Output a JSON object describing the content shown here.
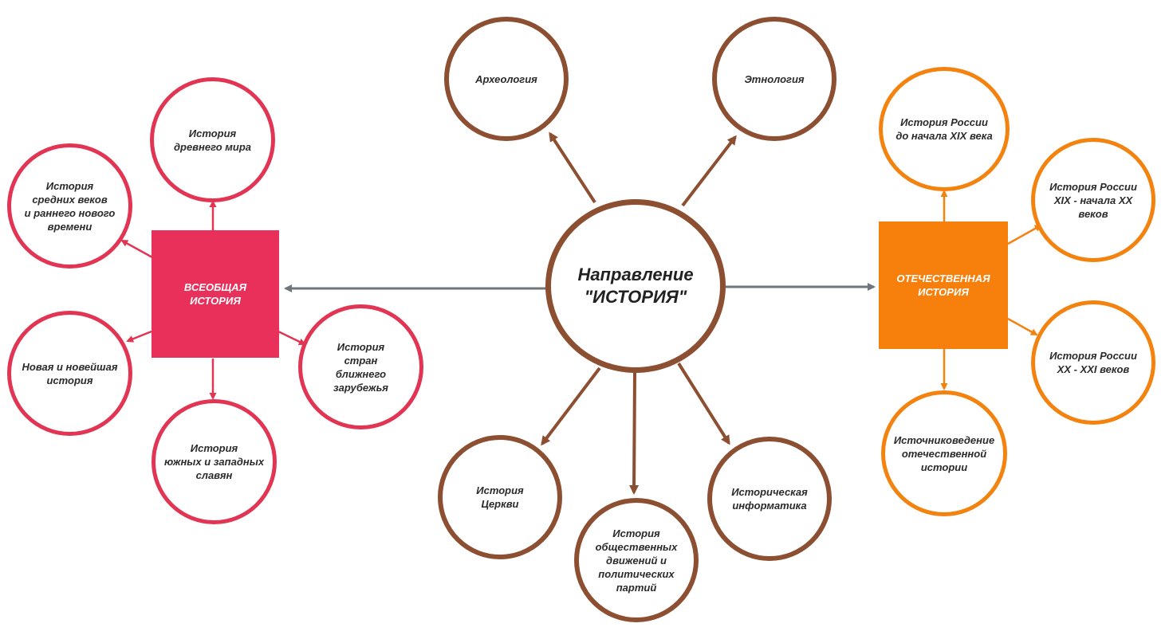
{
  "center": {
    "label": "Направление\n\"ИСТОРИЯ\""
  },
  "left_box": {
    "label": "ВСЕОБЩАЯ\nИСТОРИЯ"
  },
  "right_box": {
    "label": "ОТЕЧЕСТВЕННАЯ\nИСТОРИЯ"
  },
  "brown_nodes": {
    "archaeology": "Археология",
    "ethnology": "Этнология",
    "church": "История\nЦеркви",
    "social": "История\nобщественных\nдвижений и\nполитических\nпартий",
    "informatics": "Историческая\nинформатика"
  },
  "red_nodes": {
    "ancient": "История\nдревнего мира",
    "medieval": "История\nсредних веков\nи раннего нового\nвремени",
    "modern": "Новая и новейшая\nистория",
    "slavs": "История\nюжных и западных\nславян",
    "near_abroad": "История\nстран\nближнего\nзарубежья"
  },
  "orange_nodes": {
    "pre19": "История России\nдо начала XIX века",
    "c19_20": "История России\nXIX - начала XX\nвеков",
    "c20_21": "История России\nXX - XXI веков",
    "sources": "Источниковедение\nотечественной\nистории"
  },
  "colors": {
    "brown": "#8c4f31",
    "red": "#e23554",
    "orange": "#f3820f",
    "gray": "#6f777c"
  }
}
